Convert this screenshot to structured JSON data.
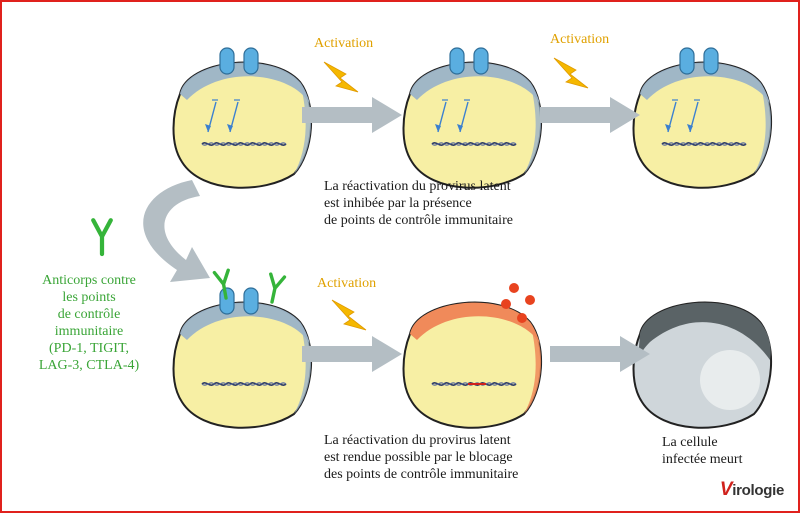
{
  "labels": {
    "activation": "Activation",
    "top_caption": "La réactivation du provirus latent\nest inhibée par la présence\nde points de contrôle immunitaire",
    "antibody_caption": "Anticorps contre\nles points\nde contrôle\nimmunitaire\n(PD-1, TIGIT,\nLAG-3, CTLA-4)",
    "bottom_caption": "La réactivation du provirus latent\nest rendue possible par le blocage\ndes points de contrôle immunitaire",
    "death_caption": "La cellule\ninfectée meurt"
  },
  "logo": {
    "first_letter": "V",
    "rest": "irologie"
  },
  "colors": {
    "frame": "#e0211d",
    "activation_text": "#e0a100",
    "lightning": "#f5b800",
    "antibody": "#35b43a",
    "antibody_text": "#3aa537",
    "cell_fill": "#f7efa4",
    "cell_outline": "#222222",
    "membrane": "#9bb3c8",
    "receptor": "#5aaee0",
    "arrow": "#b4bec4",
    "dying_membrane": "#f08a5a",
    "dying_star": "#e8431f"
  }
}
